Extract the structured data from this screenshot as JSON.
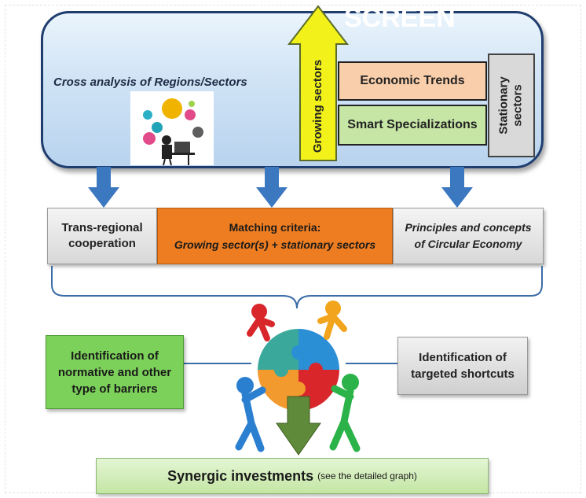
{
  "top_panel": {
    "screen_title": "SCREEN",
    "cross_analysis": "Cross analysis of Regions/Sectors",
    "growing_sectors": "Growing sectors",
    "economic_trends": "Economic Trends",
    "smart_specializations": "Smart Specializations",
    "stationary_line1": "Stationary",
    "stationary_line2": "sectors"
  },
  "middle_row": {
    "trans_regional_line1": "Trans-regional",
    "trans_regional_line2": "cooperation",
    "matching_line1": "Matching criteria:",
    "matching_line2": "Growing sector(s) + stationary sectors",
    "principles_line1": "Principles and concepts",
    "principles_line2": "of Circular Economy"
  },
  "bottom_row": {
    "normative_line1": "Identification of",
    "normative_line2": "normative and other",
    "normative_line3": "type of barriers",
    "targeted_line1": "Identification of",
    "targeted_line2": "targeted shortcuts",
    "synergic_main": "Synergic investments",
    "synergic_sub": "(see the detailed graph)"
  },
  "colors": {
    "arrow_blue": "#3b78c0",
    "growing_arrow": "#f2f21a",
    "orange_box": "#ee7d21",
    "green_box": "#7cd15a",
    "synergic_box": "#c3e6a4"
  }
}
